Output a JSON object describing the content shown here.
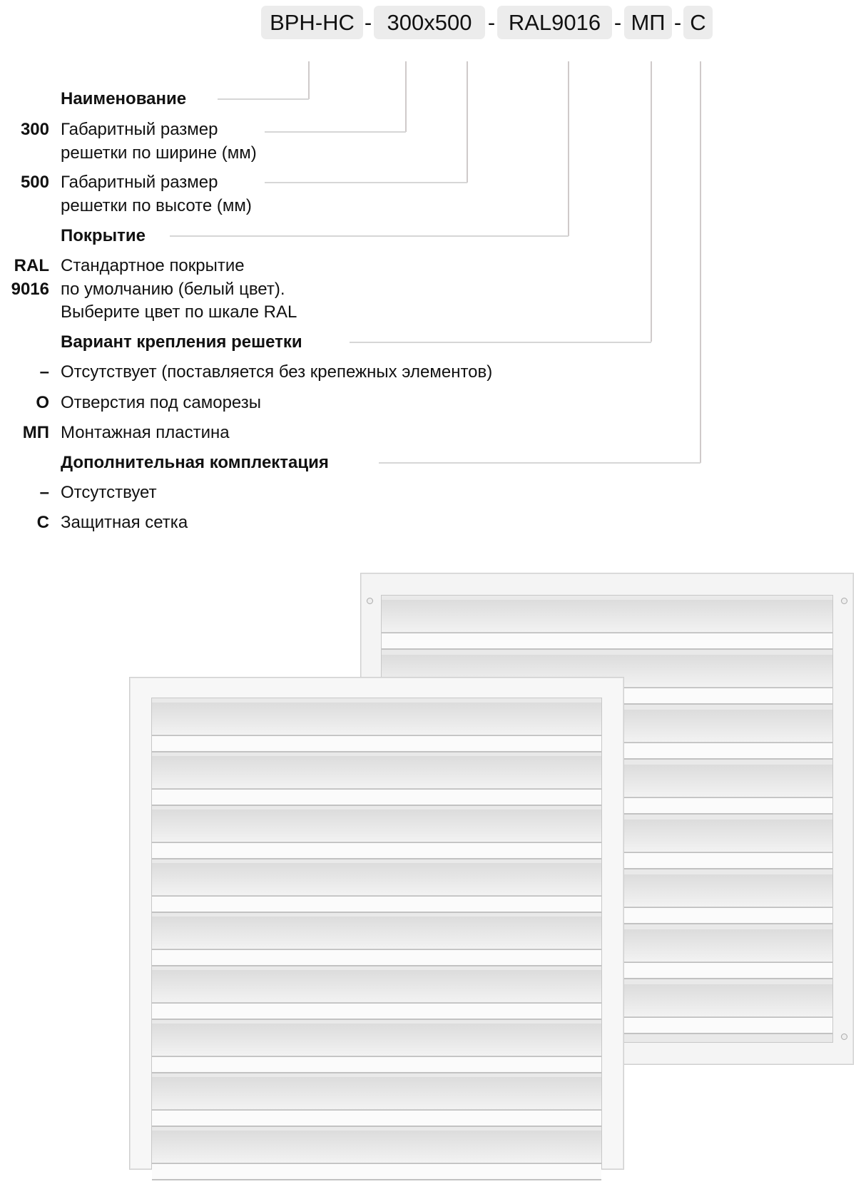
{
  "code": {
    "parts": [
      "ВРН-НС",
      "300x500",
      "RAL9016",
      "МП",
      "С"
    ],
    "separator": "-"
  },
  "legend": {
    "name_heading": "Наименование",
    "width": {
      "code": "300",
      "text1": "Габаритный размер",
      "text2": "решетки по ширине (мм)"
    },
    "height": {
      "code": "500",
      "text1": "Габаритный размер",
      "text2": "решетки по высоте (мм)"
    },
    "coating_heading": "Покрытие",
    "coating": {
      "code1": "RAL",
      "code2": "9016",
      "text1": "Стандартное покрытие",
      "text2": "по умолчанию (белый цвет).",
      "text3": "Выберите цвет по шкале RAL"
    },
    "mount_heading": "Вариант крепления решетки",
    "mount_options": [
      {
        "code": "–",
        "text": "Отсутствует (поставляется без крепежных элементов)"
      },
      {
        "code": "О",
        "text": "Отверстия под саморезы"
      },
      {
        "code": "МП",
        "text": "Монтажная пластина"
      }
    ],
    "extra_heading": "Дополнительная комплектация",
    "extra_options": [
      {
        "code": "–",
        "text": "Отсутствует"
      },
      {
        "code": "С",
        "text": "Защитная сетка"
      }
    ]
  }
}
